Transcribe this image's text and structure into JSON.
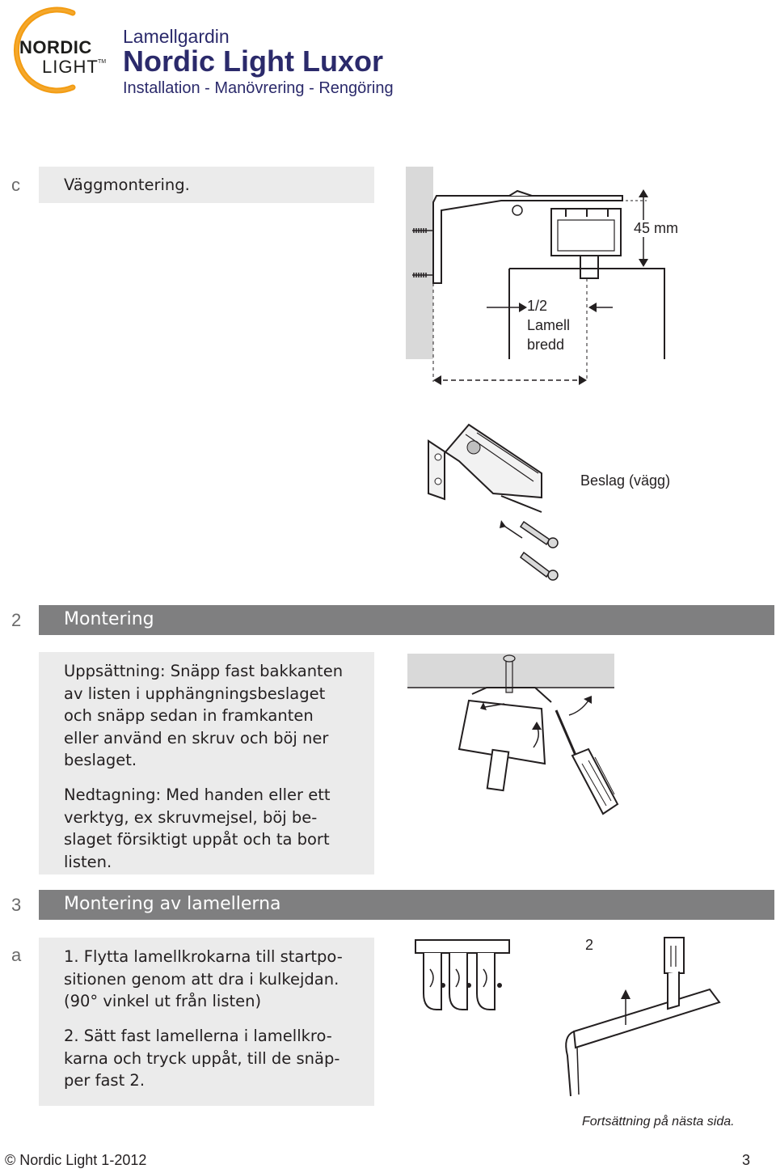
{
  "logo": {
    "line1": "NORDIC",
    "line2": "LIGHT",
    "tm": "TM"
  },
  "header": {
    "category": "Lamellgardin",
    "title": "Nordic Light Luxor",
    "subtitle": "Installation - Manövrering - Rengöring"
  },
  "step_c": {
    "letter": "c",
    "text": "Väggmontering."
  },
  "diagram_top": {
    "dimension": "45 mm",
    "half_line1": "1/2",
    "half_line2": "Lamell",
    "half_line3": "bredd",
    "bracket_label": "Beslag (vägg)"
  },
  "section2": {
    "number": "2",
    "title": "Montering",
    "para1": [
      "Uppsättning: Snäpp fast bakkanten",
      "av listen i upphängningsbeslaget",
      "och snäpp sedan in framkanten",
      "eller använd en skruv och böj ner",
      "beslaget."
    ],
    "para2": [
      "Nedtagning: Med handen eller ett",
      "verktyg, ex skruvmejsel, böj be-",
      "slaget försiktigt uppåt och ta bort",
      "listen."
    ]
  },
  "section3": {
    "number": "3",
    "title": "Montering av lamellerna",
    "letter": "a",
    "para1": [
      "1. Flytta lamellkrokarna till startpo-",
      "sitionen genom att dra i kulkejdan.",
      "(90° vinkel ut från listen)"
    ],
    "para2": [
      "2. Sätt fast lamellerna i lamellkro-",
      "karna och tryck uppåt, till de snäp-",
      "per fast 2."
    ],
    "figure_number": "2"
  },
  "continuation": "Fortsättning på nästa sida.",
  "footer": {
    "copyright": "© Nordic Light 1-2012",
    "page": "3"
  }
}
